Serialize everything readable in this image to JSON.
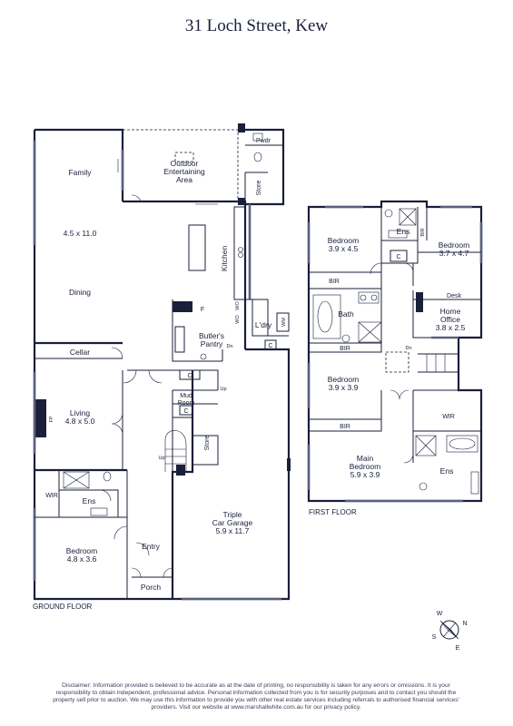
{
  "title": "31 Loch Street, Kew",
  "floors": {
    "ground": "GROUND FLOOR",
    "first": "FIRST FLOOR"
  },
  "ground_rooms": {
    "pwdr": "Pwdr",
    "store_top": "Store",
    "outdoor_1": "Outdoor",
    "outdoor_2": "Entertaining",
    "outdoor_3": "Area",
    "family": "Family",
    "family_dims": "4.5 x 11.0",
    "dining": "Dining",
    "kitchen": "Kitchen",
    "wo1": "WO",
    "wo2": "WO",
    "ldry": "L'dry",
    "wm_ldry": "WM",
    "f": "F",
    "butlers": "Butler's",
    "pantry": "Pantry",
    "dn_pantry": "Dn",
    "c_pantry": "C",
    "c_ldry": "C",
    "cellar": "Cellar",
    "living": "Living",
    "living_dims": "4.8 x 5.0",
    "fp": "FP",
    "mud": "Mud",
    "room": "Room",
    "c_mud": "C",
    "up_mud": "Up",
    "store_mid": "Store",
    "up_stair": "Up",
    "wir": "WIR",
    "ens": "Ens",
    "bedroom": "Bedroom",
    "bedroom_dims": "4.8 x 3.6",
    "entry": "Entry",
    "porch": "Porch",
    "garage_1": "Triple",
    "garage_2": "Car Garage",
    "garage_dims": "5.9 x 11.7"
  },
  "first_rooms": {
    "bed1": "Bedroom",
    "bed1_dims": "3.9 x 4.5",
    "ens_top": "Ens",
    "bir_v": "BIR",
    "c_top": "C",
    "bed2": "Bedroom",
    "bed2_dims": "3.7 x 4.7",
    "bir1": "BIR",
    "bath": "Bath",
    "desk": "Desk",
    "office1": "Home",
    "office2": "Office",
    "office_dims": "3.8 x 2.5",
    "bir2": "BIR",
    "dn": "Dn",
    "bed3": "Bedroom",
    "bed3_dims": "3.9 x 3.9",
    "wir": "WIR",
    "bir3": "BIR",
    "main1": "Main",
    "main2": "Bedroom",
    "main_dims": "5.9 x 3.9",
    "ens_main": "Ens"
  },
  "compass": {
    "n": "N",
    "s": "S",
    "e": "E",
    "w": "W"
  },
  "disclaimer": "Disclaimer: Information provided is believed to be accurate as at the date of printing, no responsibility is taken for any errors or omissions. It is your responsibility to obtain independent, professional advice. Personal information collected from you is for security purposes and to contact you should the property sell prior to auction. We may use this information to provide you with other real estate services including referrals to authorised financial services' providers. Visit our website at www.marshallwhite.com.au for our privacy policy."
}
